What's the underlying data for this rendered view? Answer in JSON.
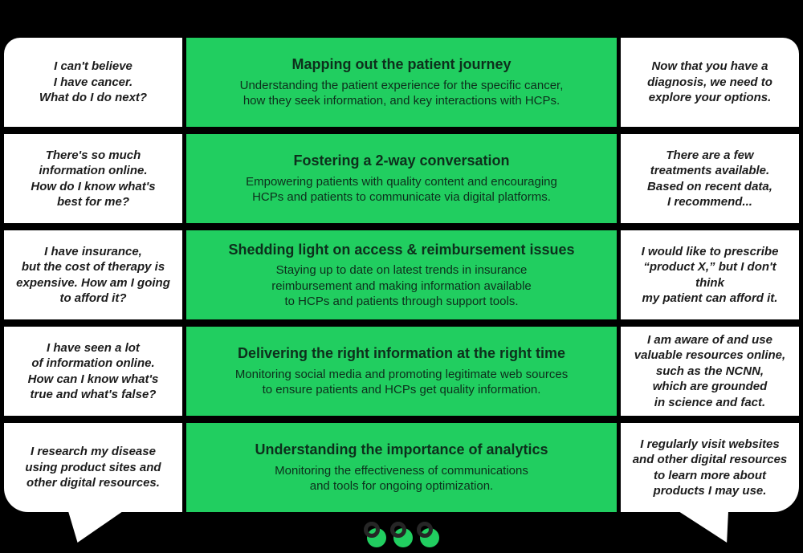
{
  "colors": {
    "background": "#000000",
    "panel_green": "#21ce60",
    "panel_text": "#0d2f1c",
    "bubble_bg": "#ffffff",
    "bubble_text": "#1c1c1c",
    "icon_ring_dark": "#262626"
  },
  "rows": [
    {
      "patient_quote": "I can't believe\nI have cancer.\nWhat do I do next?",
      "title": "Mapping out the patient journey",
      "description": "Understanding the patient experience for the specific cancer,\nhow they seek information, and key interactions with HCPs.",
      "hcp_quote": "Now that you have a\ndiagnosis, we need to\nexplore your options."
    },
    {
      "patient_quote": "There's so much\ninformation online.\nHow do I know what's\nbest for me?",
      "title": "Fostering a 2-way conversation",
      "description": "Empowering patients with quality content and encouraging\nHCPs and patients to communicate via digital platforms.",
      "hcp_quote": "There are a few\ntreatments available.\nBased on recent data,\nI recommend..."
    },
    {
      "patient_quote": "I have insurance,\nbut the cost of therapy is\nexpensive. How am I going\nto afford it?",
      "title": "Shedding light on access & reimbursement issues",
      "description": "Staying up to date on latest trends in insurance\nreimbursement and making information available\nto HCPs and patients through support tools.",
      "hcp_quote": "I would like to prescribe\n“product X,” but I don't think\nmy patient can afford it."
    },
    {
      "patient_quote": "I have seen a lot\nof information online.\nHow can I know what's\ntrue and what's false?",
      "title": "Delivering the right information at the right time",
      "description": "Monitoring social media and promoting legitimate web sources\nto ensure patients and HCPs get quality information.",
      "hcp_quote": "I am aware of and use\nvaluable resources online,\nsuch as the NCNN,\nwhich are grounded\nin science and fact."
    },
    {
      "patient_quote": "I research my disease\nusing product sites and\nother digital resources.",
      "title": "Understanding the importance of analytics",
      "description": "Monitoring the effectiveness of communications\nand tools  for ongoing optimization.",
      "hcp_quote": "I regularly visit websites\nand other digital resources\nto learn more about\nproducts I may use."
    }
  ],
  "footer_icons": {
    "count": 3,
    "name": "double-circle-logo"
  }
}
